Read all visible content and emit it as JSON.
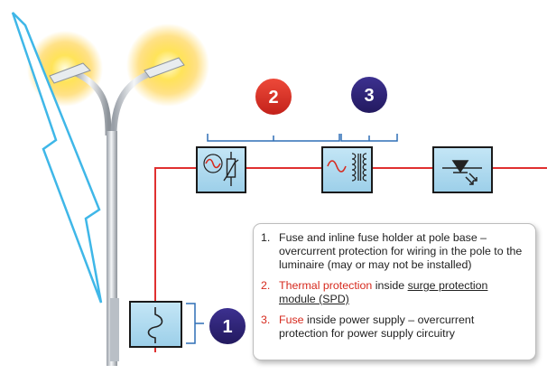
{
  "badges": [
    "2",
    "3",
    "1"
  ],
  "legend": {
    "item1": {
      "number": "1.",
      "text": "Fuse and inline fuse holder at pole base – overcurrent  protection for wiring in the pole to the luminaire (may or may not be installed)"
    },
    "item2": {
      "number": "2.",
      "highlight": "Thermal protection",
      "connector": " inside ",
      "underlined": "surge protection module (SPD)"
    },
    "item3": {
      "number": "3.",
      "highlight": "Fuse",
      "rest": " inside power supply – overcurrent protection for power supply circuitry"
    }
  },
  "colors": {
    "wire": "#e03030",
    "box_fill": "#a8d8ef",
    "badge_red": "#d62a1e",
    "badge_navy": "#2b2070",
    "bracket": "#2f6fb5",
    "lightning": "#3fb7e8",
    "glow": "#ffd21a"
  },
  "icons": [
    "street-light-pole",
    "lightning-bolt-icon",
    "ac-sine-icon",
    "varistor-icon",
    "transformer-icon",
    "led-diode-icon",
    "fuse-icon"
  ]
}
